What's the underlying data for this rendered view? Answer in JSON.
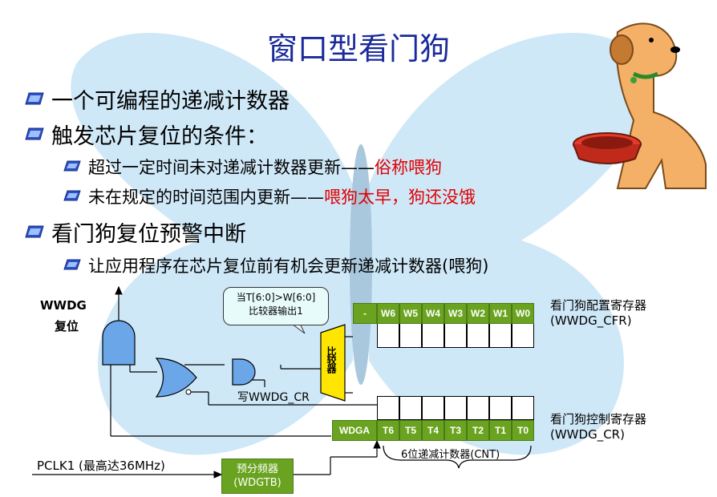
{
  "title": "窗口型看门狗",
  "bullets": [
    {
      "text": "一个可编程的递减计数器"
    },
    {
      "text": "触发芯片复位的条件："
    },
    {
      "text": "超过一定时间未对递减计数器更新——",
      "highlight": "俗称喂狗"
    },
    {
      "text": "未在规定的时间范围内更新——",
      "highlight": "喂狗太早，狗还没饿"
    },
    {
      "text": "看门狗复位预警中断"
    },
    {
      "text": "让应用程序在芯片复位前有机会更新递减计数器(喂狗)"
    }
  ],
  "diagram": {
    "reset_label": [
      "WWDG",
      "复位"
    ],
    "bubble": [
      "当T[6:0]>W[6:0]",
      "比较器输出1"
    ],
    "comparator_label": "比较器",
    "write_label": "写WWDG_CR",
    "cfr_cells": [
      "-",
      "W6",
      "W5",
      "W4",
      "W3",
      "W2",
      "W1",
      "W0"
    ],
    "cr_cells": [
      "WDGA",
      "T6",
      "T5",
      "T4",
      "T3",
      "T2",
      "T1",
      "T0"
    ],
    "cfr_label": [
      "看门狗配置寄存器",
      "(WWDG_CFR)"
    ],
    "cr_label": [
      "看门狗控制寄存器",
      "(WWDG_CR)"
    ],
    "counter_label": "6位递减计数器(CNT)",
    "pclk_label": "PCLK1 (最高达36MHz)",
    "prescaler": [
      "预分频器",
      "(WDGTB)"
    ]
  },
  "colors": {
    "title": "#1a2a9a",
    "highlight": "#e00000",
    "register": "#6aa31f",
    "comparator": "#ffe600",
    "butterfly": "#cfe8f8"
  }
}
